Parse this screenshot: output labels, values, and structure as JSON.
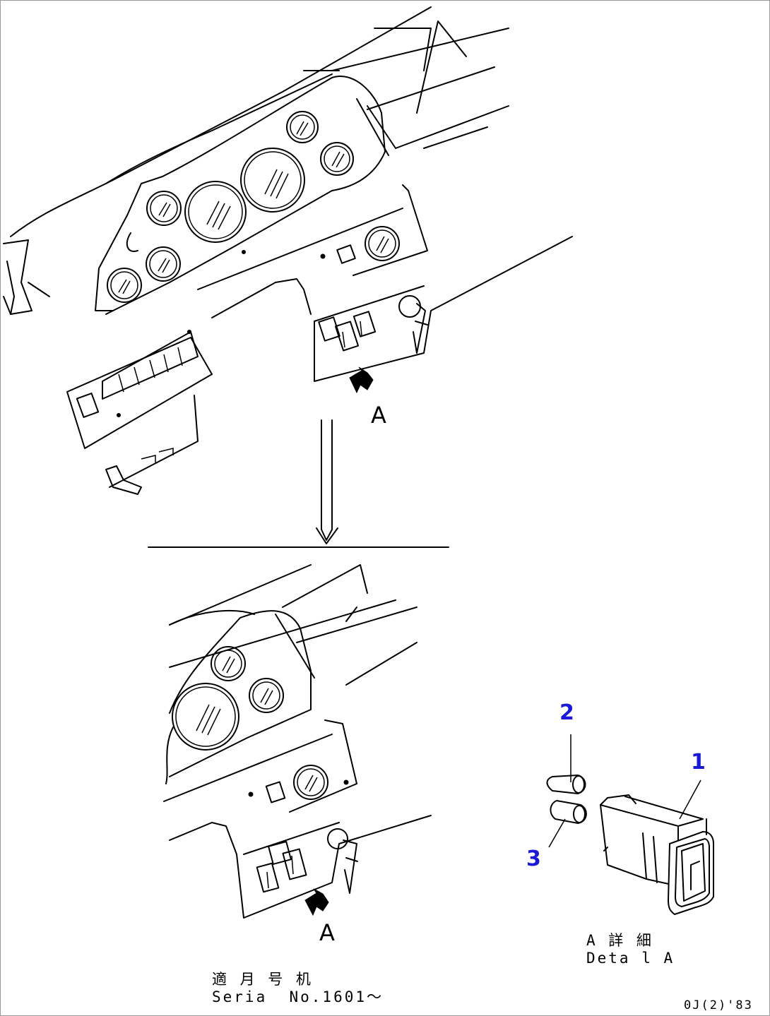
{
  "colors": {
    "line": "#000000",
    "callout": "#1a1ad6",
    "background": "#ffffff",
    "frame": "#9a9a9a"
  },
  "views": {
    "upper": {
      "view_ref": "A"
    },
    "lower": {
      "view_ref": "A",
      "caption_line1": "適 月 号 机",
      "caption_line2": "Seria  No.1601～"
    },
    "detail": {
      "caption_line1": "A 詳 細",
      "caption_line2": "Deta l A"
    }
  },
  "callouts": [
    {
      "id": "1",
      "label": "1"
    },
    {
      "id": "2",
      "label": "2"
    },
    {
      "id": "3",
      "label": "3"
    }
  ],
  "drawing_code": "0J(2)'83"
}
